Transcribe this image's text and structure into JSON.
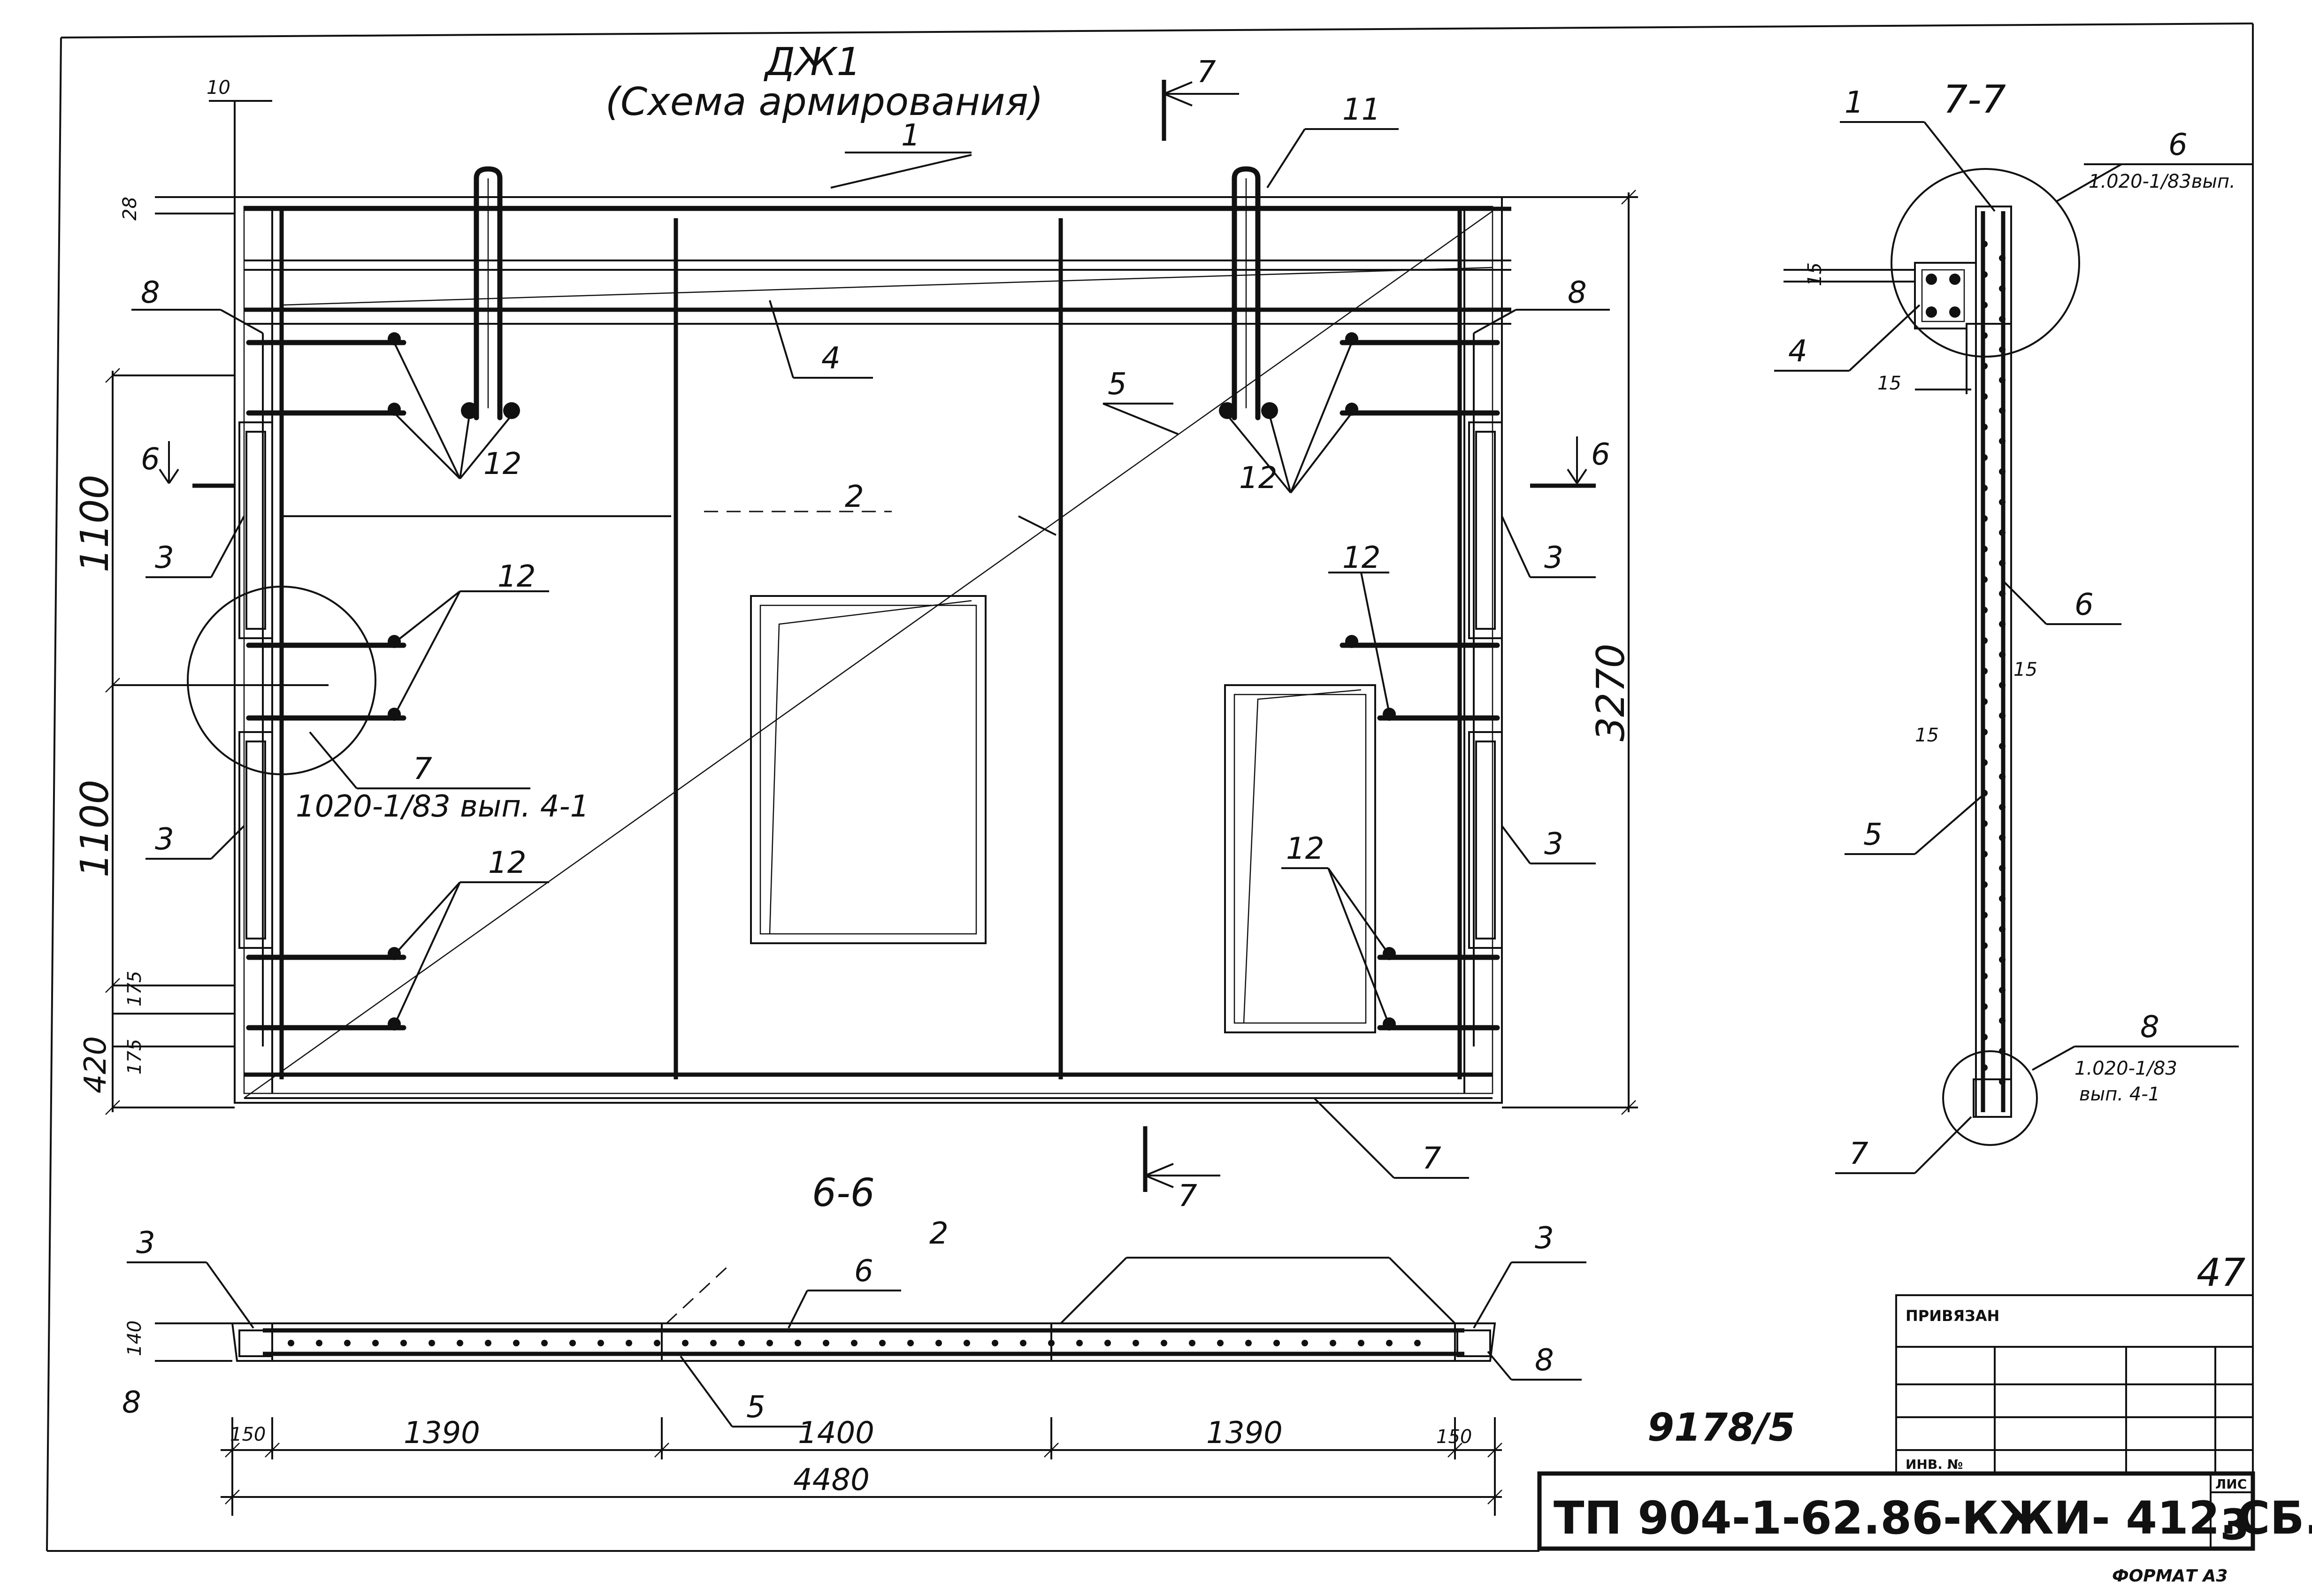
{
  "title": {
    "mark": "ДЖ1",
    "subtitle": "(Схема армирования)"
  },
  "sections": {
    "cut_7": "7",
    "cut_6": "6",
    "view_77": "7-7",
    "view_66": "6-6"
  },
  "main_dims": {
    "top_small": "10",
    "d28": "28",
    "d1100a": "1100",
    "d1100b": "1100",
    "d175a": "175",
    "d175b": "175",
    "d420": "420",
    "height": "3270"
  },
  "callouts": {
    "c1": "1",
    "c2": "2",
    "c3a": "3",
    "c3b": "3",
    "c3c": "3",
    "c3d": "3",
    "c4": "4",
    "c5": "5",
    "c6": "6",
    "c7": "7",
    "c8a": "8",
    "c8b": "8",
    "c11": "11",
    "c12a": "12",
    "c12b": "12",
    "c12c": "12",
    "c12d": "12",
    "c12e": "12",
    "c12f": "12"
  },
  "node_ref_left": {
    "num": "7",
    "ref": "1020-1/83 вып. 4-1"
  },
  "section_77": {
    "c1": "1",
    "c4": "4",
    "c5": "5",
    "c6a": "6",
    "c6b": "6",
    "c7": "7",
    "c8": "8",
    "d15a": "15",
    "d15b": "15",
    "d15c": "15",
    "d15d": "15",
    "ref6": "1.020-1/83вып.",
    "ref8": "1.020-1/83",
    "ref8b": "вып. 4-1"
  },
  "section_66": {
    "c2": "2",
    "c3a": "3",
    "c3b": "3",
    "c5": "5",
    "c6": "6",
    "c8": "8",
    "d140": "140",
    "d8": "8",
    "d150a": "150",
    "d1390a": "1390",
    "d1400": "1400",
    "d1390b": "1390",
    "d150b": "150",
    "total": "4480"
  },
  "stamp": {
    "inventory": "9178/5",
    "sheet_no": "47",
    "bound": "ПРИВЯЗАН",
    "inv_no": "ИНВ. №",
    "sheet_label": "ЛИС",
    "code": "ТП 904-1-62.86-КЖИ- 412.СБ.",
    "page": "3",
    "format": "ФОРМАТ А3"
  }
}
